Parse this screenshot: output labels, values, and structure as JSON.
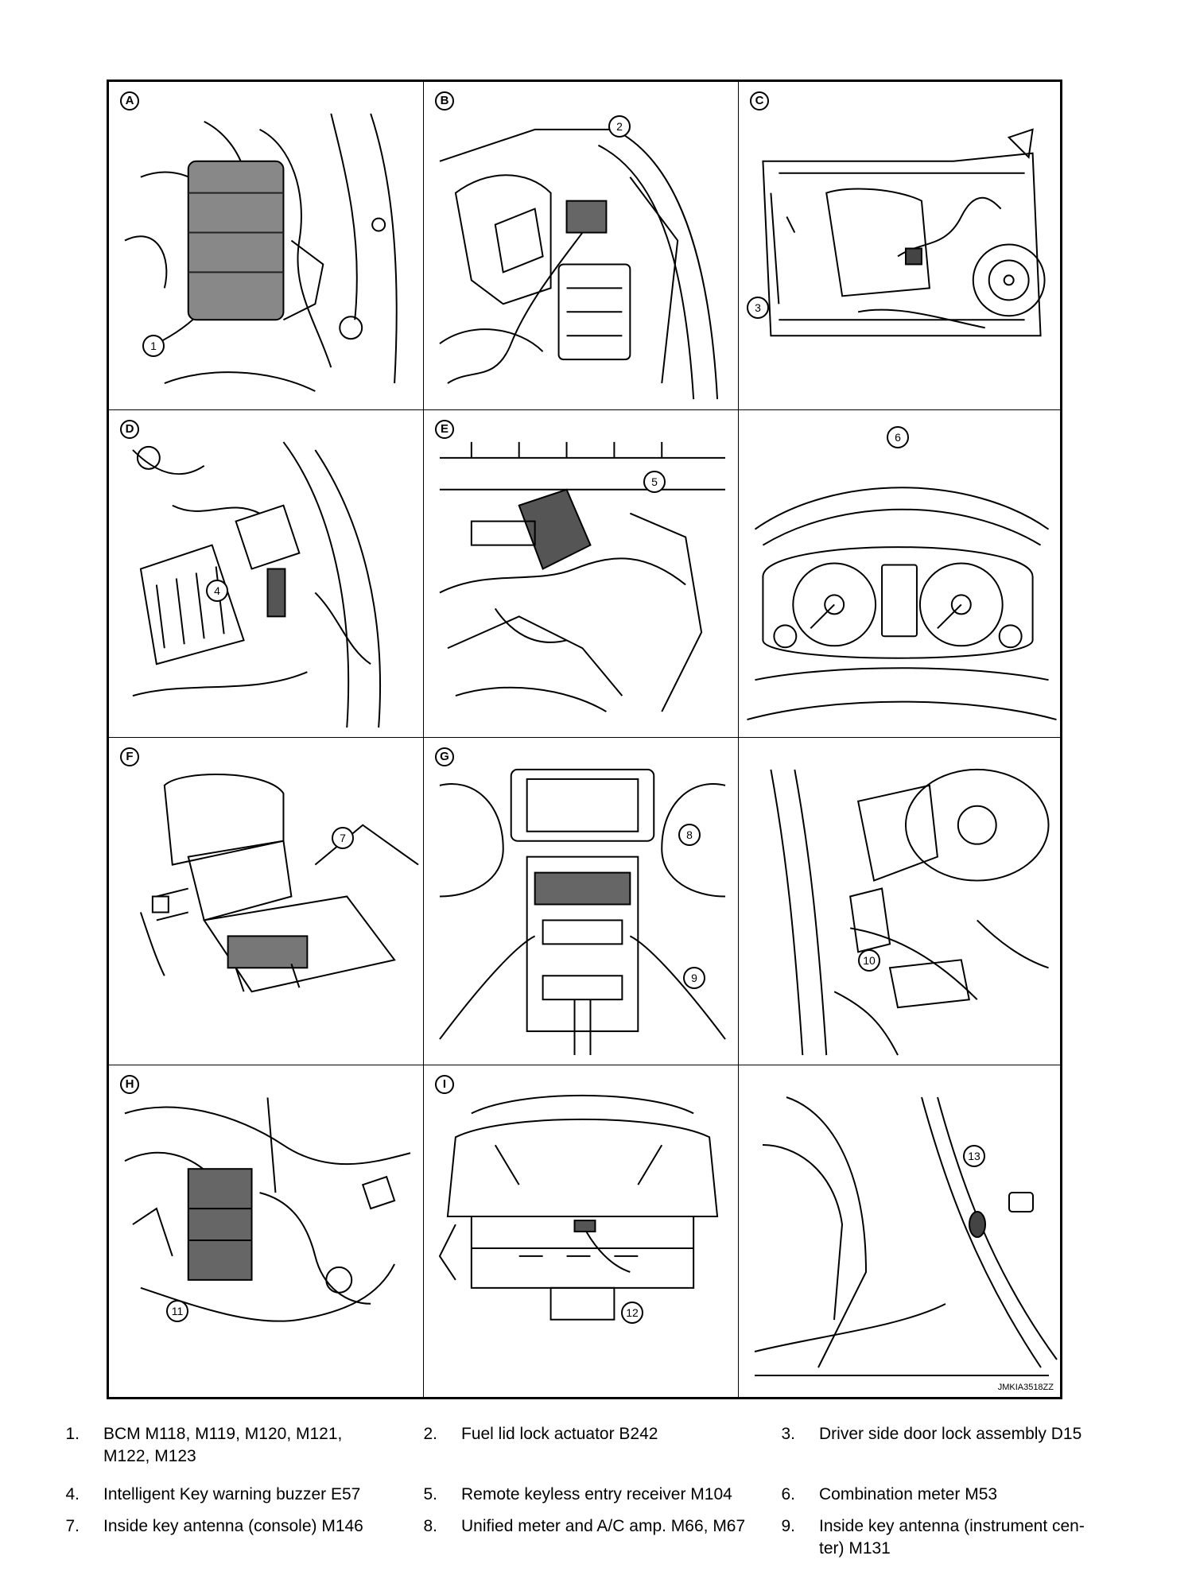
{
  "panels": [
    {
      "letter": "A",
      "callouts": [
        "1"
      ]
    },
    {
      "letter": "B",
      "callouts": [
        "2"
      ]
    },
    {
      "letter": "C",
      "callouts": [
        "3"
      ]
    },
    {
      "letter": "D",
      "callouts": [
        "4"
      ]
    },
    {
      "letter": "E",
      "callouts": [
        "5"
      ]
    },
    {
      "letter": "",
      "callouts": [
        "6"
      ]
    },
    {
      "letter": "F",
      "callouts": [
        "7"
      ]
    },
    {
      "letter": "G",
      "callouts": [
        "8",
        "9"
      ]
    },
    {
      "letter": "",
      "callouts": [
        "10"
      ]
    },
    {
      "letter": "H",
      "callouts": [
        "11"
      ]
    },
    {
      "letter": "I",
      "callouts": [
        "12"
      ]
    },
    {
      "letter": "",
      "callouts": [
        "13"
      ]
    }
  ],
  "figure_code": "JMKIA3518ZZ",
  "legend": [
    {
      "num": "1.",
      "text": "BCM M118, M119, M120, M121, M122, M123"
    },
    {
      "num": "2.",
      "text": "Fuel lid lock actuator B242"
    },
    {
      "num": "3.",
      "text": "Driver side door lock assembly D15"
    },
    {
      "num": "4.",
      "text": "Intelligent Key warning buzzer E57"
    },
    {
      "num": "5.",
      "text": "Remote keyless entry receiver M104"
    },
    {
      "num": "6.",
      "text": "Combination meter M53"
    },
    {
      "num": "7.",
      "text": "Inside key antenna (console) M146"
    },
    {
      "num": "8.",
      "text": "Unified meter and A/C amp. M66, M67"
    },
    {
      "num": "9.",
      "text": "Inside key antenna (instrument cen-ter) M131"
    }
  ]
}
